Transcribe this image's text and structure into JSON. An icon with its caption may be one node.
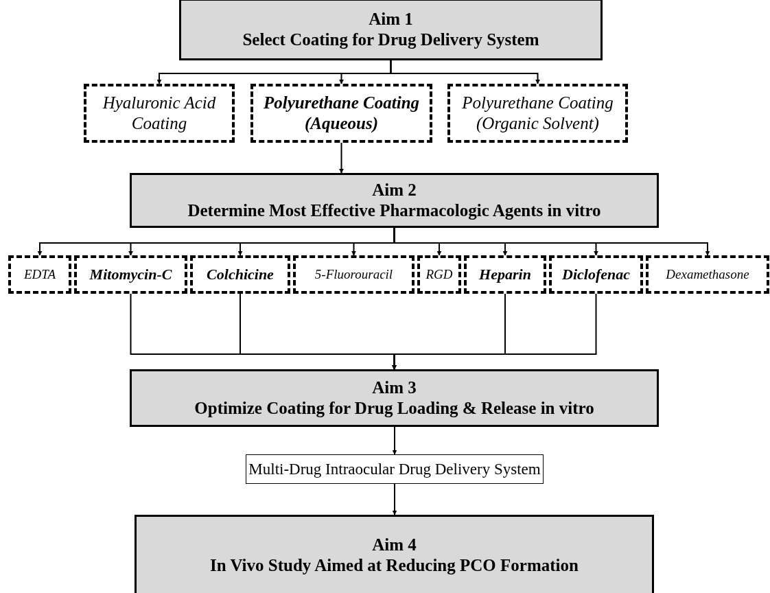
{
  "diagram": {
    "nodes": [
      {
        "text": [
          "Aim 1",
          "Select Coating for Drug Delivery System"
        ]
      },
      {
        "text": [
          "Hyaluronic Acid Coating"
        ]
      },
      {
        "text": [
          "Polyurethane Coating (Aqueous)"
        ]
      },
      {
        "text": [
          "Polyurethane Coating (Organic Solvent)"
        ]
      },
      {
        "text": [
          "Aim 2",
          "Determine Most Effective Pharmacologic Agents in vitro"
        ]
      },
      {
        "text": [
          "EDTA"
        ]
      },
      {
        "text": [
          "Mitomycin-C"
        ]
      },
      {
        "text": [
          "Colchicine"
        ]
      },
      {
        "text": [
          "5-Fluorouracil"
        ]
      },
      {
        "text": [
          "RGD"
        ]
      },
      {
        "text": [
          "Heparin"
        ]
      },
      {
        "text": [
          "Diclofenac"
        ]
      },
      {
        "text": [
          "Dexamethasone"
        ]
      },
      {
        "text": [
          "Aim 3",
          "Optimize Coating for Drug Loading & Release in vitro"
        ]
      },
      {
        "text": [
          "Multi-Drug Intraocular Drug Delivery System"
        ]
      },
      {
        "text": [
          "Aim 4",
          "In Vivo Study Aimed at Reducing PCO Formation"
        ]
      }
    ],
    "edges": [
      {
        "from": 0,
        "to": 1,
        "arrow": "to"
      },
      {
        "from": 0,
        "to": 2,
        "arrow": "to"
      },
      {
        "from": 0,
        "to": 3,
        "arrow": "to"
      },
      {
        "from": 2,
        "to": 4,
        "arrow": "to"
      },
      {
        "from": 4,
        "to": 5,
        "arrow": "to"
      },
      {
        "from": 4,
        "to": 6,
        "arrow": "to"
      },
      {
        "from": 4,
        "to": 7,
        "arrow": "to"
      },
      {
        "from": 4,
        "to": 8,
        "arrow": "to"
      },
      {
        "from": 4,
        "to": 9,
        "arrow": "to"
      },
      {
        "from": 4,
        "to": 10,
        "arrow": "to"
      },
      {
        "from": 4,
        "to": 11,
        "arrow": "to"
      },
      {
        "from": 4,
        "to": 12,
        "arrow": "to"
      },
      {
        "from": 6,
        "to": 13,
        "arrow": "to"
      },
      {
        "from": 7,
        "to": 13,
        "arrow": "to"
      },
      {
        "from": 10,
        "to": 13,
        "arrow": "to"
      },
      {
        "from": 11,
        "to": 13,
        "arrow": "to"
      },
      {
        "from": 13,
        "to": 14,
        "arrow": "to"
      },
      {
        "from": 14,
        "to": 15,
        "arrow": "to"
      }
    ]
  }
}
